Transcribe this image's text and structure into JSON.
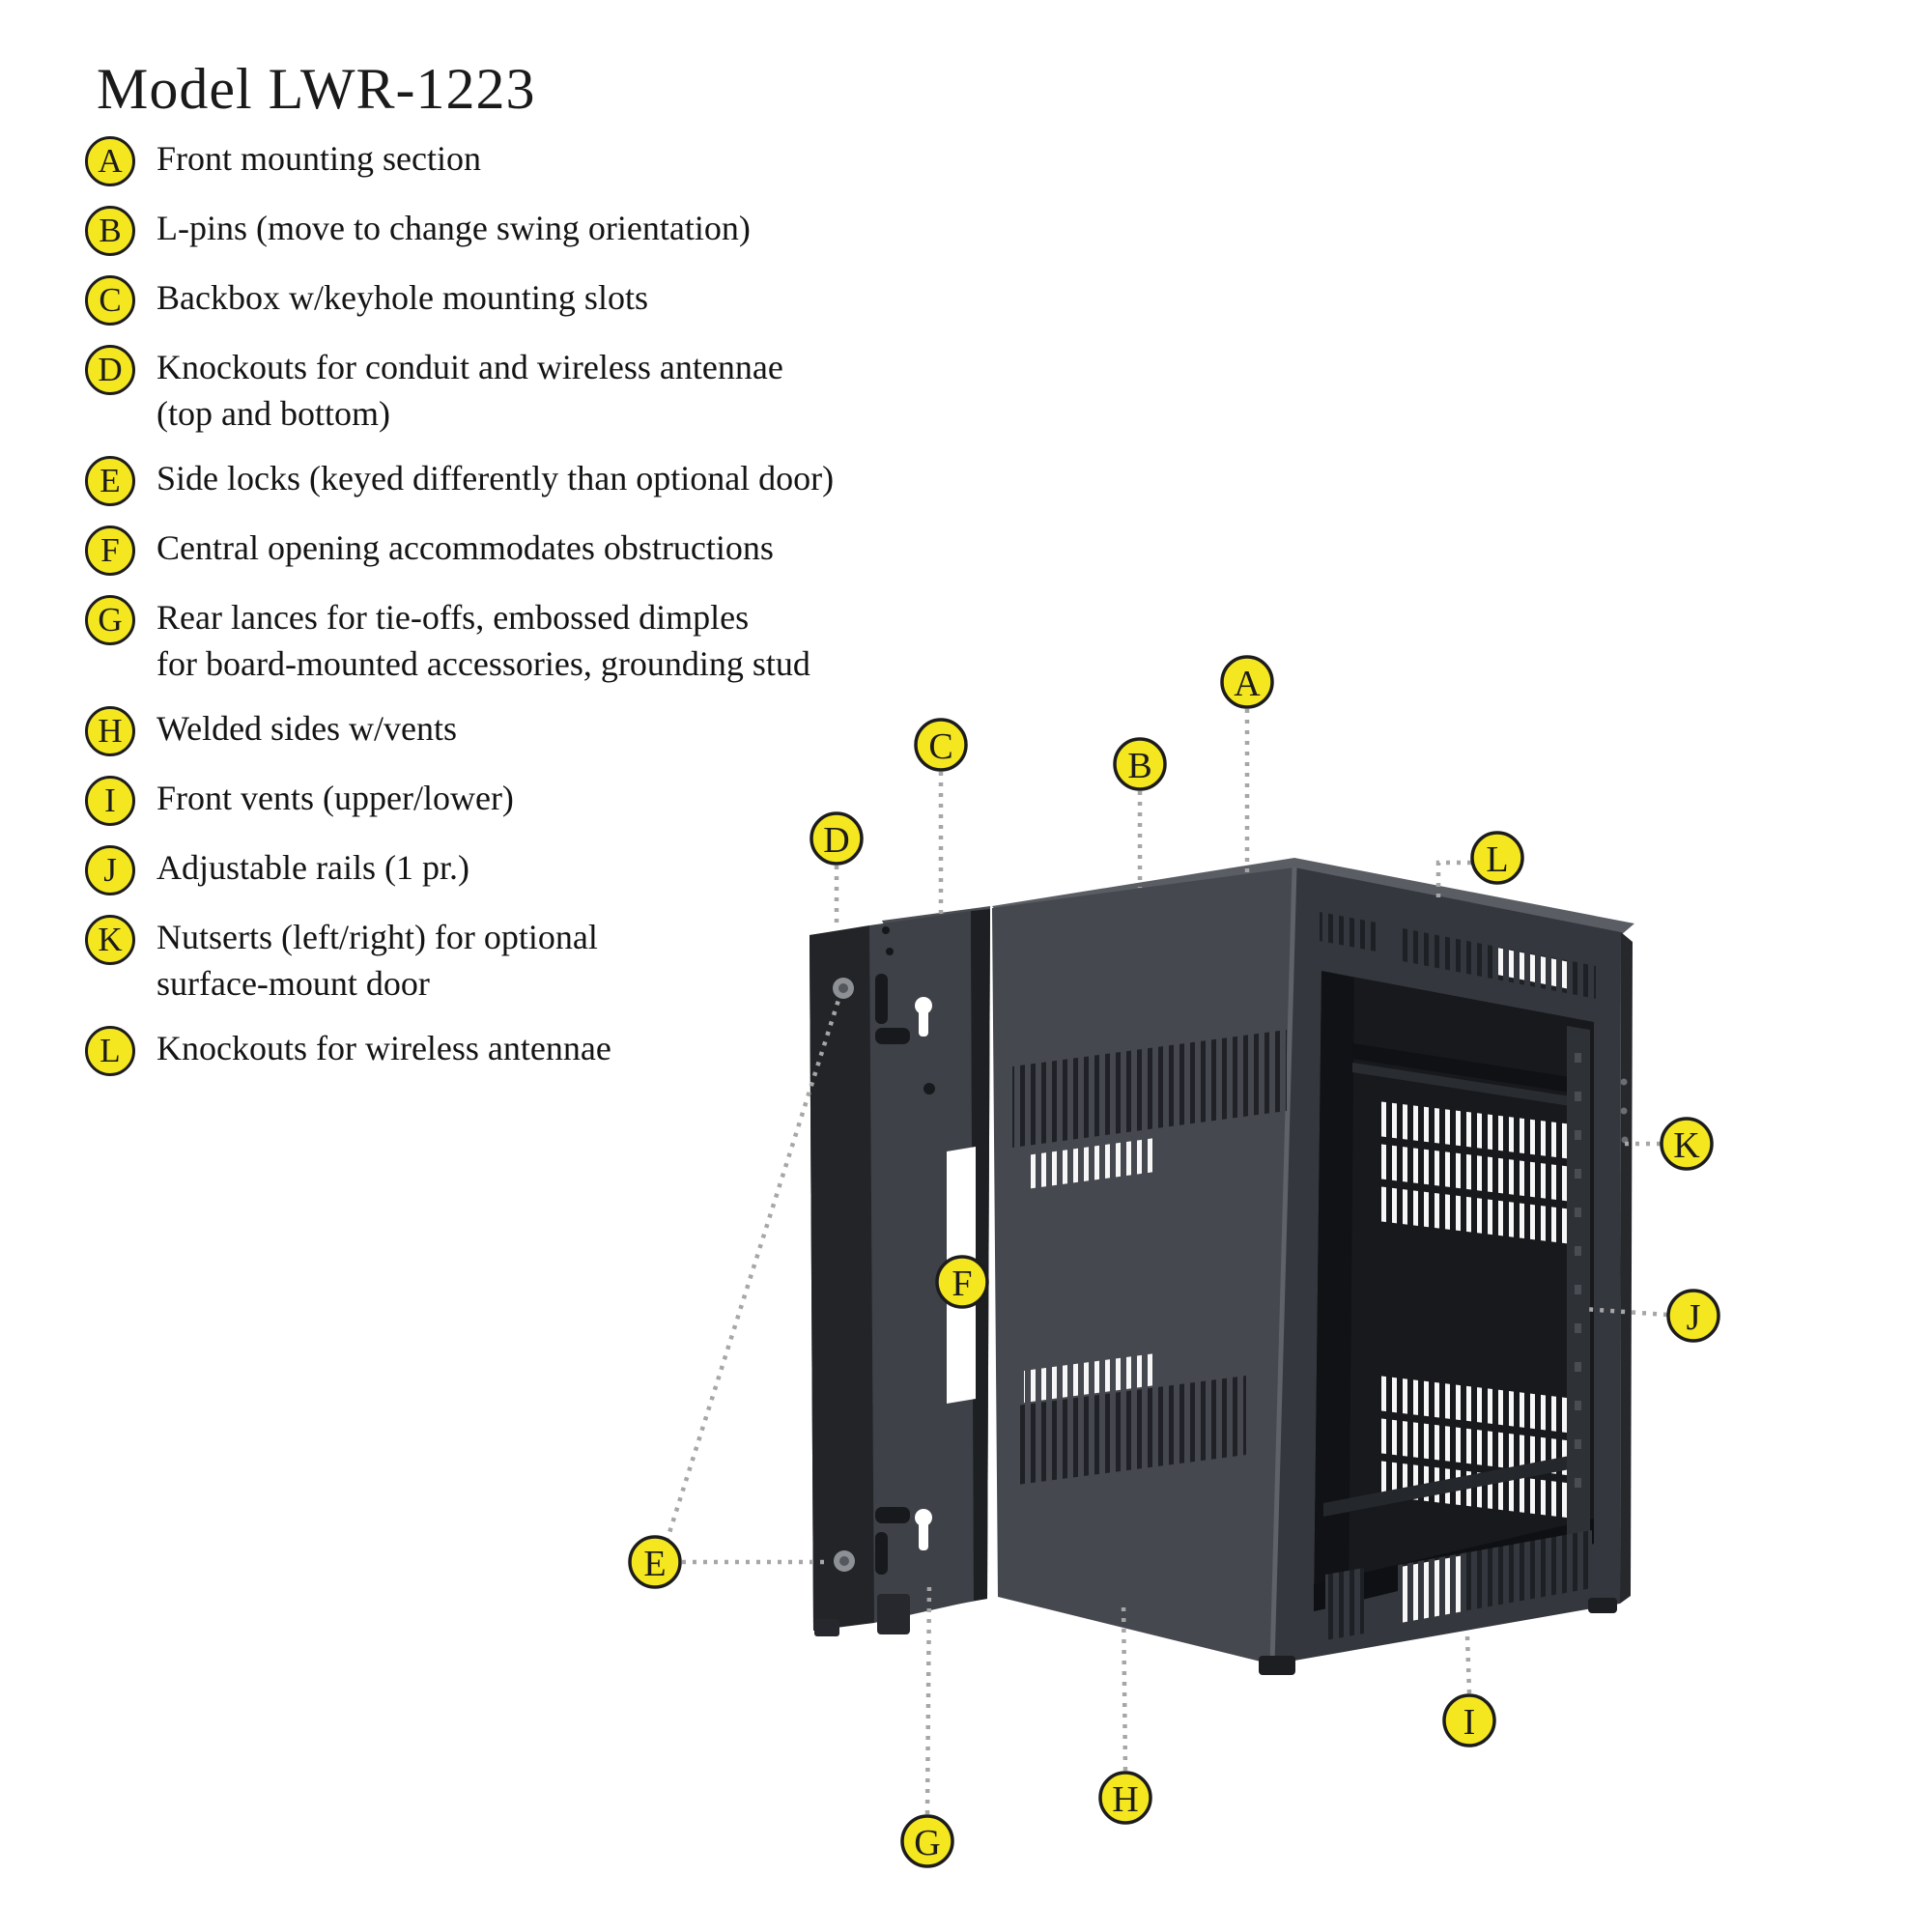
{
  "title": "Model LWR-1223",
  "legend": {
    "items": [
      {
        "id": "A",
        "label": "Front mounting section",
        "label2": ""
      },
      {
        "id": "B",
        "label": "L-pins (move to change swing orientation)",
        "label2": ""
      },
      {
        "id": "C",
        "label": "Backbox w/keyhole mounting slots",
        "label2": ""
      },
      {
        "id": "D",
        "label": "Knockouts for conduit and wireless antennae",
        "label2": "(top and bottom)"
      },
      {
        "id": "E",
        "label": "Side locks (keyed differently than optional door)",
        "label2": ""
      },
      {
        "id": "F",
        "label": "Central opening accommodates obstructions",
        "label2": ""
      },
      {
        "id": "G",
        "label": "Rear lances for tie-offs, embossed dimples",
        "label2": "for board-mounted accessories, grounding stud"
      },
      {
        "id": "H",
        "label": "Welded sides w/vents",
        "label2": ""
      },
      {
        "id": "I",
        "label": "Front vents (upper/lower)",
        "label2": ""
      },
      {
        "id": "J",
        "label": "Adjustable rails (1 pr.)",
        "label2": ""
      },
      {
        "id": "K",
        "label": "Nutserts (left/right) for optional",
        "label2": "surface-mount door"
      },
      {
        "id": "L",
        "label": "Knockouts for wireless antennae",
        "label2": ""
      }
    ]
  },
  "colors": {
    "callout_yellow": "#f5e71f",
    "callout_ink": "#1c1c1c",
    "leader_gray": "#a6a6a6",
    "cabinet_side": "#45484e",
    "cabinet_front": "#34373d",
    "interior": "#17191d",
    "vent_white": "#f7f7f7"
  }
}
